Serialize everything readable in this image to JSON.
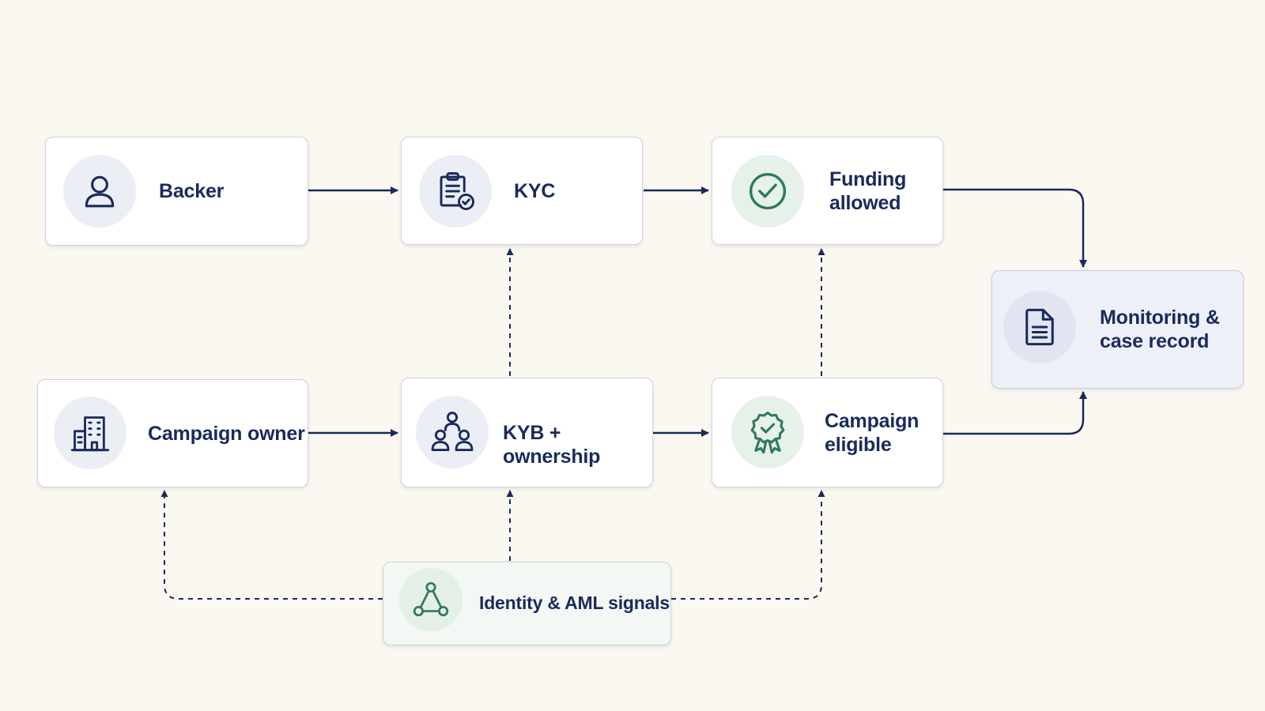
{
  "diagram": {
    "nodes": {
      "backer": {
        "label": "Backer",
        "icon": "user-icon"
      },
      "kyc": {
        "label": "KYC",
        "icon": "clipboard-check-icon"
      },
      "funding_allowed": {
        "label": "Funding\nallowed",
        "icon": "check-circle-icon"
      },
      "monitoring": {
        "label": "Monitoring &\ncase record",
        "icon": "document-icon"
      },
      "campaign_owner": {
        "label": "Campaign owner",
        "icon": "building-icon"
      },
      "kyb_ownership": {
        "label": "KYB + ownership",
        "icon": "people-group-icon"
      },
      "campaign_eligible": {
        "label": "Campaign\neligible",
        "icon": "award-badge-icon"
      },
      "signals": {
        "label": "Identity & AML signals",
        "icon": "network-triangle-icon"
      }
    },
    "edges": [
      {
        "from": "backer",
        "to": "kyc",
        "style": "solid"
      },
      {
        "from": "kyc",
        "to": "funding_allowed",
        "style": "solid"
      },
      {
        "from": "funding_allowed",
        "to": "monitoring",
        "style": "solid"
      },
      {
        "from": "campaign_owner",
        "to": "kyb_ownership",
        "style": "solid"
      },
      {
        "from": "kyb_ownership",
        "to": "campaign_eligible",
        "style": "solid"
      },
      {
        "from": "campaign_eligible",
        "to": "monitoring",
        "style": "solid"
      },
      {
        "from": "kyb_ownership",
        "to": "kyc",
        "style": "dashed"
      },
      {
        "from": "campaign_eligible",
        "to": "funding_allowed",
        "style": "dashed"
      },
      {
        "from": "signals",
        "to": "campaign_owner",
        "style": "dashed"
      },
      {
        "from": "signals",
        "to": "kyb_ownership",
        "style": "dashed"
      },
      {
        "from": "signals",
        "to": "campaign_eligible",
        "style": "dashed"
      }
    ],
    "colors": {
      "background": "#fbf8f1",
      "navy": "#1b2a5c",
      "green": "#2f7a5b",
      "node_border": "#cfd3dc",
      "highlight_fill": "#eef0f8",
      "signals_fill": "#f3f8f4"
    }
  }
}
